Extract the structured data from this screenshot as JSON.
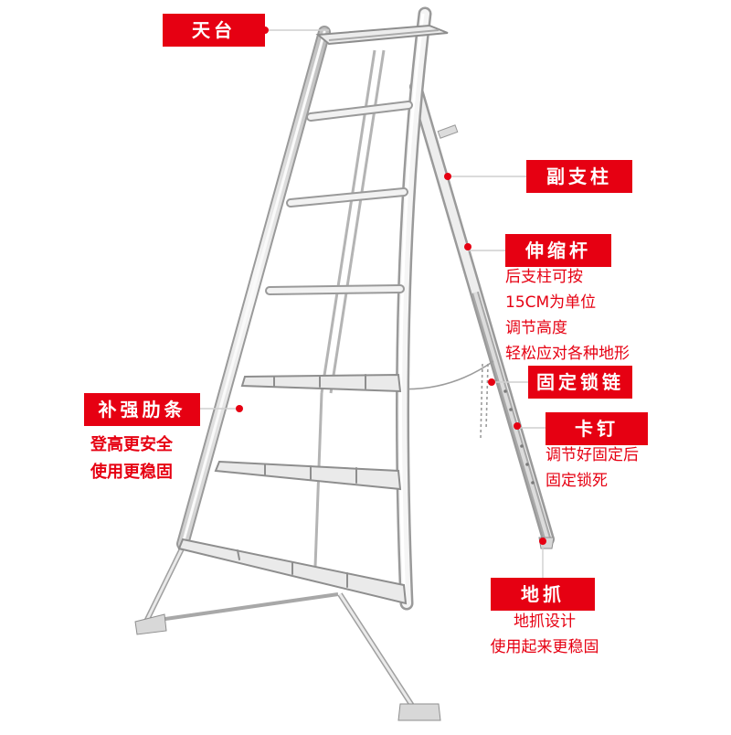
{
  "colors": {
    "accent": "#e60012",
    "metal_light": "#f4f4f4",
    "metal_shadow": "#b9b9b9",
    "metal_edge": "#8e8e8e"
  },
  "labels": {
    "tiantai": "天台",
    "fuzhizhu": "副支柱",
    "shensuo": "伸缩杆",
    "suolian": "固定锁链",
    "kading": "卡钉",
    "jinglei": "补强肋条",
    "dizhua": "地抓"
  },
  "notes": {
    "shensuo": [
      "后支柱可按",
      "15CM为单位",
      "调节高度",
      "轻松应对各种地形"
    ],
    "kading": [
      "调节好固定后",
      "固定锁死"
    ],
    "jinglei": [
      "登高更安全",
      "使用更稳固"
    ],
    "dizhua": [
      "地抓设计",
      "使用起来更稳固"
    ]
  }
}
